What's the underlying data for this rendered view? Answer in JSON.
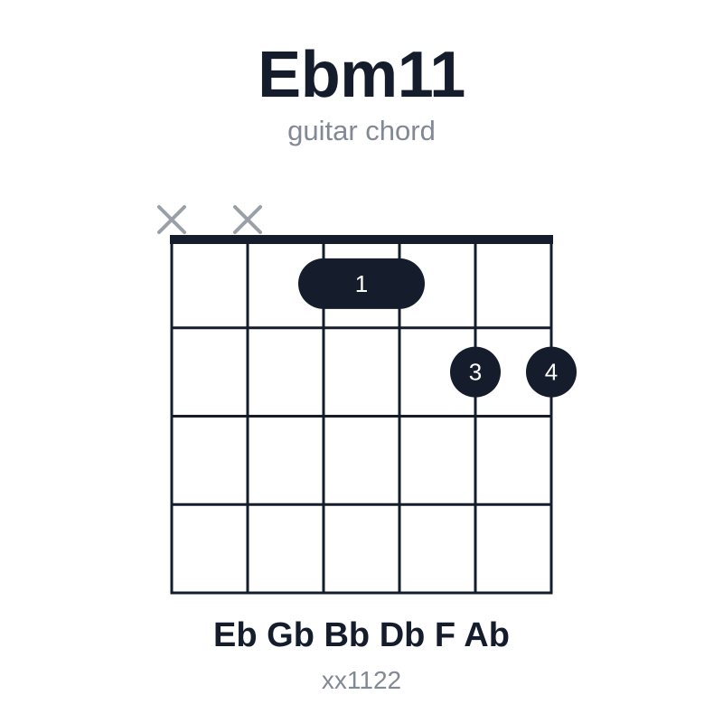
{
  "chord": {
    "name": "Ebm11",
    "subtitle": "guitar chord",
    "notes_text": "Eb Gb Bb Db F Ab",
    "code": "xx1122"
  },
  "diagram": {
    "strings": 6,
    "frets_shown": 4,
    "muted_strings": [
      1,
      2
    ],
    "barre": {
      "fret": 1,
      "from_string": 3,
      "to_string": 4,
      "finger": "1"
    },
    "dots": [
      {
        "string": 5,
        "fret": 2,
        "finger": "3"
      },
      {
        "string": 6,
        "fret": 2,
        "finger": "4"
      }
    ],
    "colors": {
      "ink": "#151c2c",
      "muted": "#9aa0a8",
      "dot_text": "#ffffff",
      "secondary_text": "#818896"
    }
  }
}
